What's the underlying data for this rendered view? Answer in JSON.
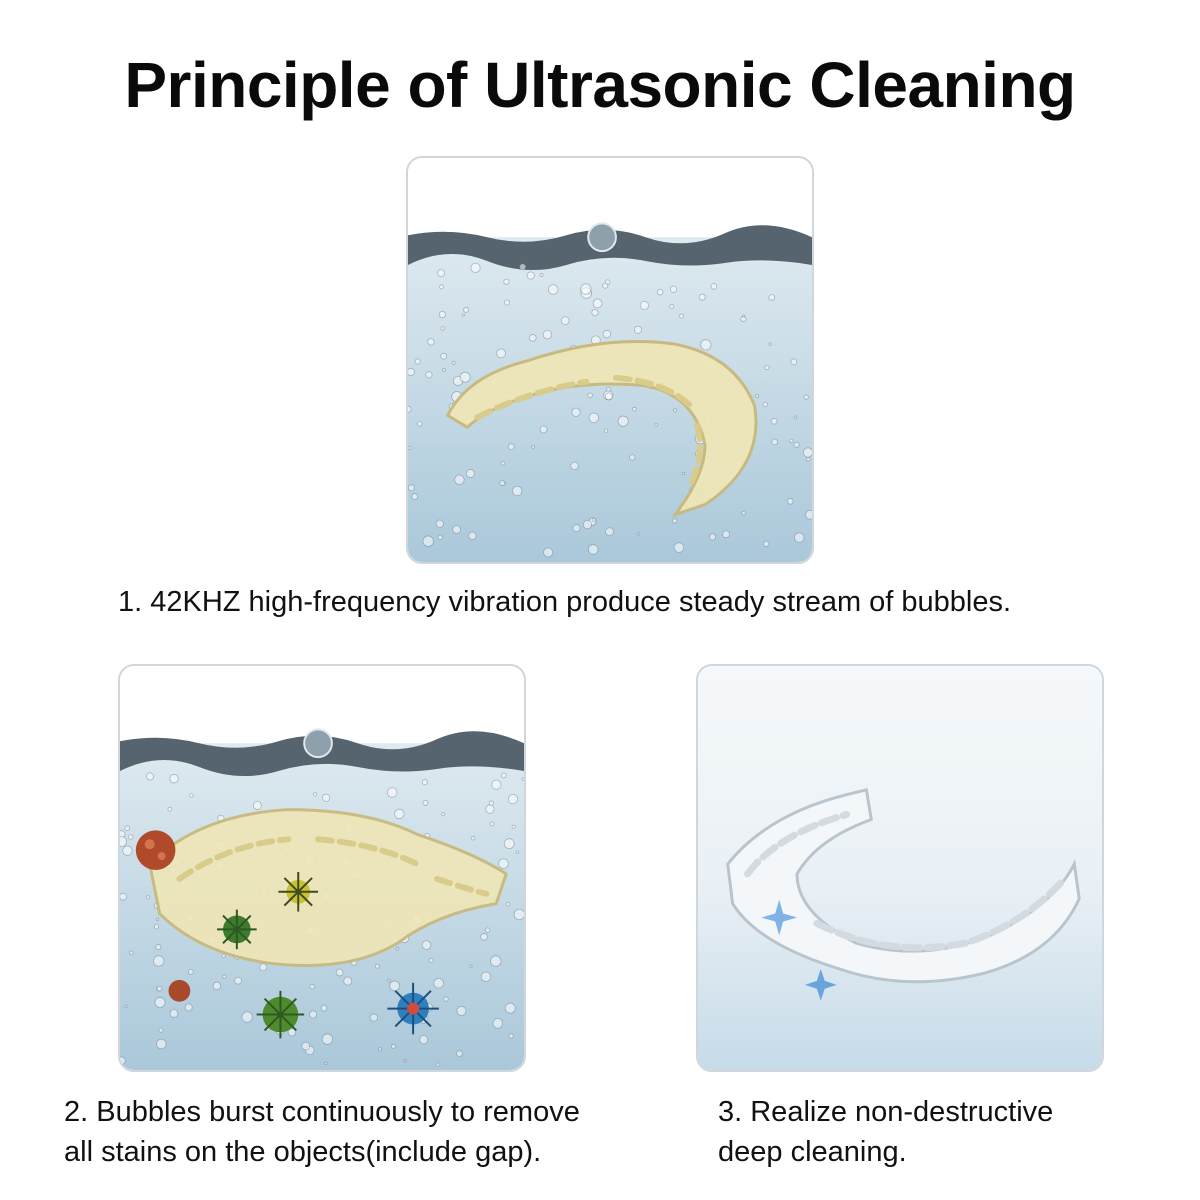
{
  "title": "Principle of Ultrasonic Cleaning",
  "steps": [
    {
      "lines": [
        "1. 42KHZ high-frequency vibration produce steady stream of bubbles."
      ]
    },
    {
      "lines": [
        "2. Bubbles burst continuously to remove",
        "all stains on the objects(include gap)."
      ]
    },
    {
      "lines": [
        "3. Realize non-destructive",
        "deep cleaning."
      ]
    }
  ],
  "colors": {
    "water_top": "#4a5a66",
    "water": "#c9dde8",
    "tray_yellow": "#efe6b8",
    "tray_clear": "#f4f7fa",
    "germ_red": "#b04a2a",
    "germ_green": "#3f7a2f",
    "germ_yellow": "#c9c22e",
    "germ_blue": "#2f7fc0"
  },
  "icons": [
    "bubbles-illustration",
    "aligner-tray-illustration",
    "germ-icon",
    "sparkle-icon"
  ]
}
